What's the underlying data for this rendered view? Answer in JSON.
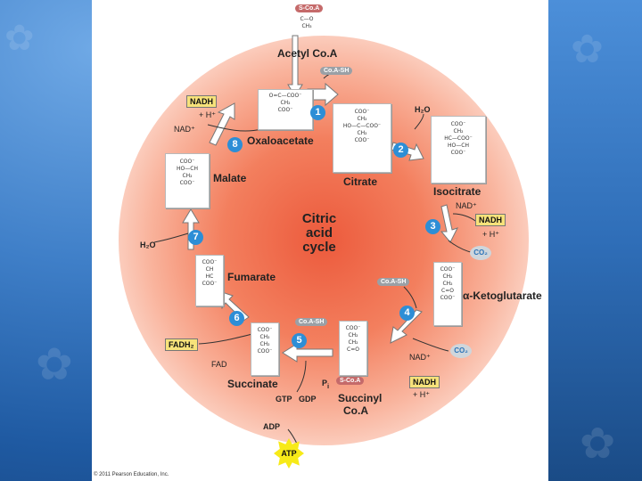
{
  "title": {
    "lines": [
      "Citric",
      "acid",
      "cycle"
    ]
  },
  "molecules": {
    "acetyl_coa": {
      "label": "Acetyl Co.A",
      "tag": "S-Co.A"
    },
    "oxaloacetate": {
      "label": "Oxaloacetate"
    },
    "citrate": {
      "label": "Citrate"
    },
    "isocitrate": {
      "label": "Isocitrate"
    },
    "ketoglutarate": {
      "label": "α-Ketoglutarate"
    },
    "succinyl_coa": {
      "label_line1": "Succinyl",
      "label_line2": "Co.A",
      "tag": "S-Co.A"
    },
    "succinate": {
      "label": "Succinate"
    },
    "fumarate": {
      "label": "Fumarate"
    },
    "malate": {
      "label": "Malate"
    }
  },
  "steps": [
    "1",
    "2",
    "3",
    "4",
    "5",
    "6",
    "7",
    "8"
  ],
  "cofactors": {
    "nadh_top": "NADH",
    "h_top": "+ H⁺",
    "nad_top": "NAD⁺",
    "h2o_top": "H₂O",
    "nad_3": "NAD⁺",
    "nadh_3": "NADH",
    "h_3": "+ H⁺",
    "co2_3": "CO₂",
    "coash_4": "Co.A-SH",
    "nad_4": "NAD⁺",
    "co2_4": "CO₂",
    "nadh_4": "NADH",
    "h_4": "+ H⁺",
    "coash_acetyl": "Co.A-SH",
    "coash_5": "Co.A-SH",
    "pi": "P",
    "pi_sub": "i",
    "gtp": "GTP",
    "gdp": "GDP",
    "adp": "ADP",
    "atp": "ATP",
    "fadh2": "FADH₂",
    "fad": "FAD",
    "h2o_7": "H₂O"
  },
  "structures": {
    "acetyl": [
      "C—O",
      "CH₃"
    ],
    "oxaloacetate": [
      "O=C—COO⁻",
      "CH₂",
      "COO⁻"
    ],
    "citrate": [
      "COO⁻",
      "CH₂",
      "HO—C—COO⁻",
      "CH₂",
      "COO⁻"
    ],
    "isocitrate": [
      "COO⁻",
      "CH₂",
      "HC—COO⁻",
      "HO—CH",
      "COO⁻"
    ],
    "ketoglutarate": [
      "COO⁻",
      "CH₂",
      "CH₂",
      "C=O",
      "COO⁻"
    ],
    "succinyl": [
      "COO⁻",
      "CH₂",
      "CH₂",
      "C=O"
    ],
    "succinate": [
      "COO⁻",
      "CH₂",
      "CH₂",
      "COO⁻"
    ],
    "fumarate": [
      "COO⁻",
      "CH",
      "HC",
      "COO⁻"
    ],
    "malate": [
      "COO⁻",
      "HO—CH",
      "CH₂",
      "COO⁻"
    ]
  },
  "copyright": "© 2011 Pearson Education, Inc.",
  "colors": {
    "panel_bg": "#ffffff",
    "glow": "#ec5a3c",
    "step_badge": "#2d8ed6",
    "tag": "#f7e27a",
    "atp": "#f7ea18"
  }
}
